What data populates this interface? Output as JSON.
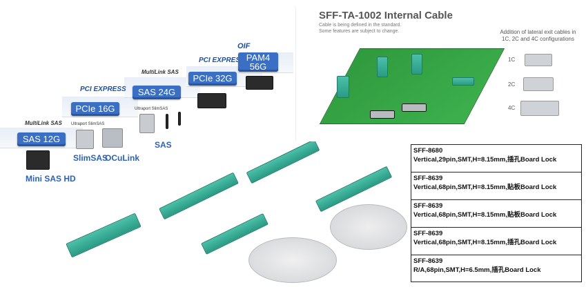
{
  "ladder": [
    {
      "label": "SAS 12G",
      "logo": "MultiLink SAS",
      "caption": "Mini SAS HD"
    },
    {
      "label": "PCIe 16G",
      "logo": "PCI EXPRESS",
      "caption": "SlimSAS",
      "caption2": "OCuLink",
      "mini_logo": "Ultraport SlimSAS"
    },
    {
      "label": "SAS 24G",
      "logo": "MultiLink SAS",
      "caption": "SAS",
      "mini_logo": "Ultraport SlimSAS"
    },
    {
      "label": "PCIe 32G",
      "logo": "PCI EXPRESS"
    },
    {
      "label": "PAM4\n56G",
      "logo": "OIF"
    }
  ],
  "board": {
    "title": "SFF-TA-1002 Internal Cable",
    "subtitle_1": "Cable is being defined in the standard.",
    "subtitle_2": "Some features are subject to change.",
    "side_note_1": "Addition of lateral exit cables in",
    "side_note_2": "1C, 2C and 4C configurations",
    "config_1c": "1C",
    "config_2c": "2C",
    "config_4c": "4C"
  },
  "specs": [
    {
      "part": "SFF-8680",
      "desc": "Vertical,29pin,SMT,H=8.15mm,插孔Board Lock"
    },
    {
      "part": "SFF-8639",
      "desc": "Vertical,68pin,SMT,H=8.15mm,贴板Board Lock"
    },
    {
      "part": "SFF-8639",
      "desc": "Vertical,68pin,SMT,H=8.15mm,贴板Board Lock"
    },
    {
      "part": "SFF-8639",
      "desc": "Vertical,68pin,SMT,H=8.15mm,插孔Board Lock"
    },
    {
      "part": "SFF-8639",
      "desc": "R/A,68pin,SMT,H=6.5mm,插孔Board Lock"
    }
  ],
  "colors": {
    "badge": "#3b6fc4",
    "caption": "#2c62b8",
    "connector": "#2fa58c"
  }
}
